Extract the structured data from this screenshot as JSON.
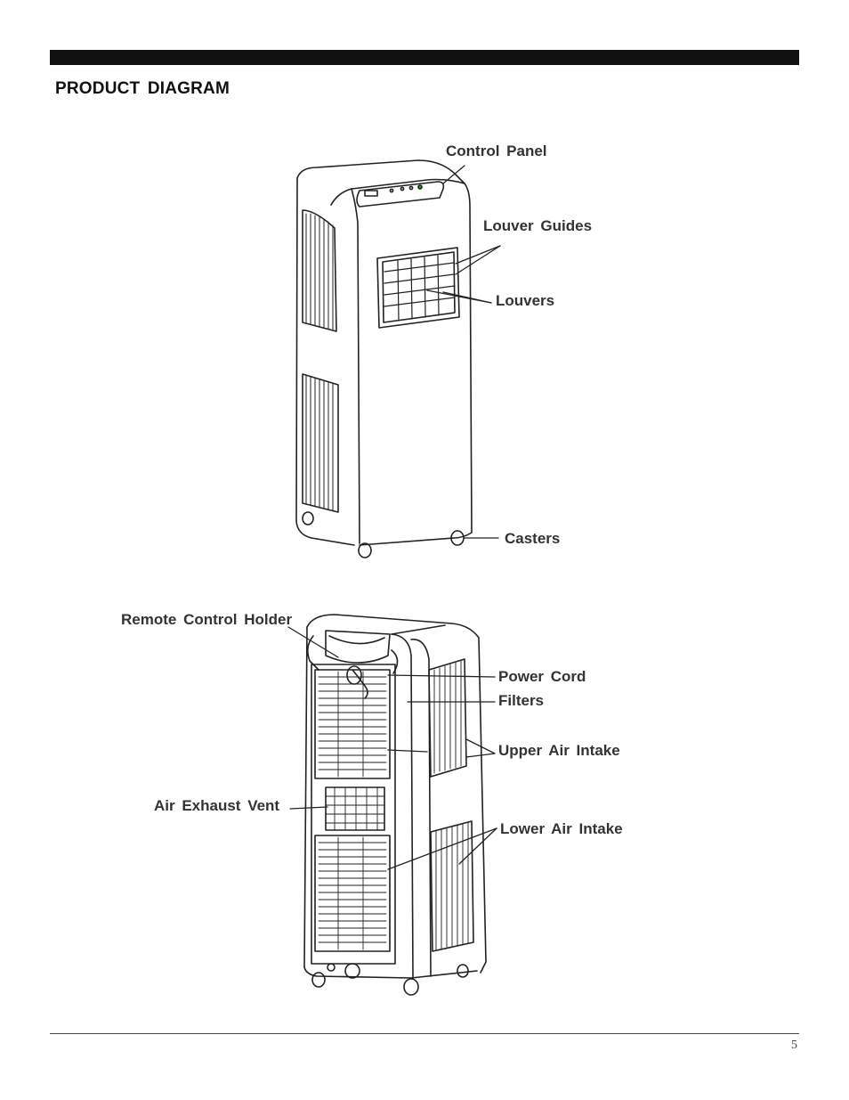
{
  "page": {
    "title": "PRODUCT  DIAGRAM",
    "page_number": "5"
  },
  "front_view": {
    "labels": {
      "control_panel": "Control  Panel",
      "louver_guides": "Louver  Guides",
      "louvers": "Louvers",
      "casters": "Casters"
    }
  },
  "rear_view": {
    "labels": {
      "remote_control_holder": "Remote  Control  Holder",
      "power_cord": "Power  Cord",
      "filters": "Filters",
      "upper_air_intake": "Upper  Air  Intake",
      "air_exhaust_vent": "Air  Exhaust  Vent",
      "lower_air_intake": "Lower  Air  Intake"
    }
  }
}
